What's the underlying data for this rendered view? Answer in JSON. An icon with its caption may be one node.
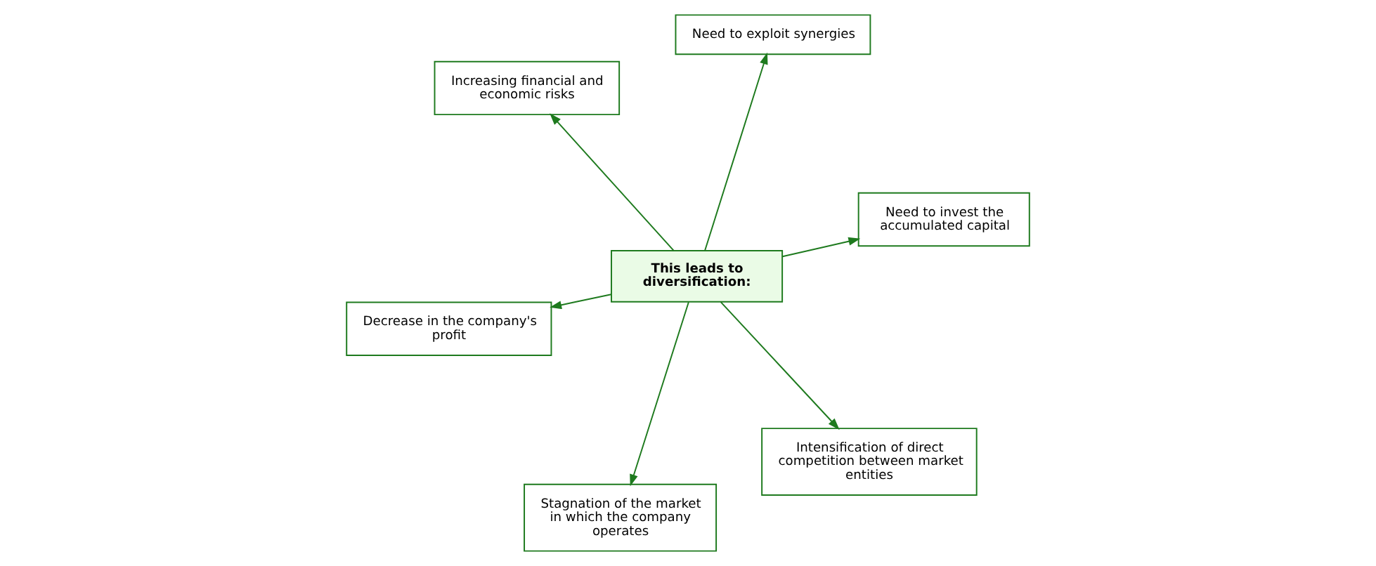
{
  "diagram": {
    "nodes": [
      {
        "text": [
          "Decrease in the company's profit"
        ]
      },
      {
        "text": [
          "Intensification of direct competition between market entities"
        ]
      },
      {
        "text": [
          "This leads to diversification:"
        ]
      },
      {
        "text": [
          "Increasing financial and economic risks"
        ]
      },
      {
        "text": [
          "Need to invest the accumulated capital"
        ]
      },
      {
        "text": [
          "Need to exploit synergies"
        ]
      },
      {
        "text": [
          "Stagnation of the market in which the company operates"
        ]
      }
    ],
    "edges": [
      {
        "from": 2,
        "to": 0,
        "arrow": "to"
      },
      {
        "from": 2,
        "to": 1,
        "arrow": "to"
      },
      {
        "from": 2,
        "to": 3,
        "arrow": "to"
      },
      {
        "from": 2,
        "to": 4,
        "arrow": "to"
      },
      {
        "from": 2,
        "to": 5,
        "arrow": "to"
      },
      {
        "from": 2,
        "to": 6,
        "arrow": "to"
      }
    ]
  }
}
